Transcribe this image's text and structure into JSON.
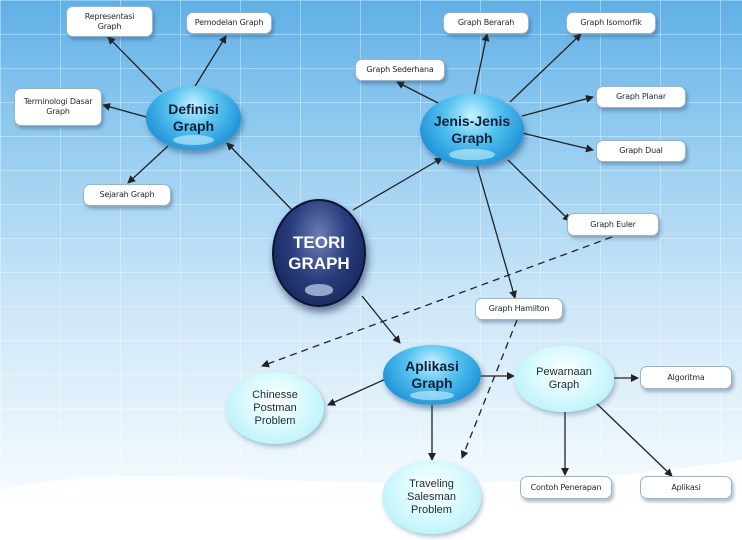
{
  "diagram": {
    "center": {
      "label": "TEORI\nGRAPH"
    },
    "hubs": {
      "definisi": "Definisi\nGraph",
      "jenis": "Jenis-Jenis\nGraph",
      "aplikasi": "Aplikasi\nGraph",
      "pewarnaan": "Pewarnaan\nGraph"
    },
    "definisi_items": {
      "representasi": "Representasi\nGraph",
      "pemodelan": "Pemodelan Graph",
      "terminologi": "Terminologi Dasar\nGraph",
      "sejarah": "Sejarah Graph"
    },
    "jenis_items": {
      "berarah": "Graph Berarah",
      "isomorfik": "Graph Isomorfik",
      "sederhana": "Graph Sederhana",
      "planar": "Graph Planar",
      "dual": "Graph Dual",
      "euler": "Graph Euler",
      "hamilton": "Graph Hamilton"
    },
    "aplikasi_items": {
      "chinese": "Chinesse\nPostman\nProblem",
      "traveling": "Traveling\nSalesman\nProblem"
    },
    "pewarnaan_items": {
      "algoritma": "Algoritma",
      "contoh": "Contoh Penerapan",
      "aplikasi": "Aplikasi"
    },
    "colors": {
      "hub_blue": "#1a8fd6",
      "core_navy": "#0e1c4c",
      "light_cyan": "#a7eef7",
      "arrow": "#222222"
    }
  }
}
